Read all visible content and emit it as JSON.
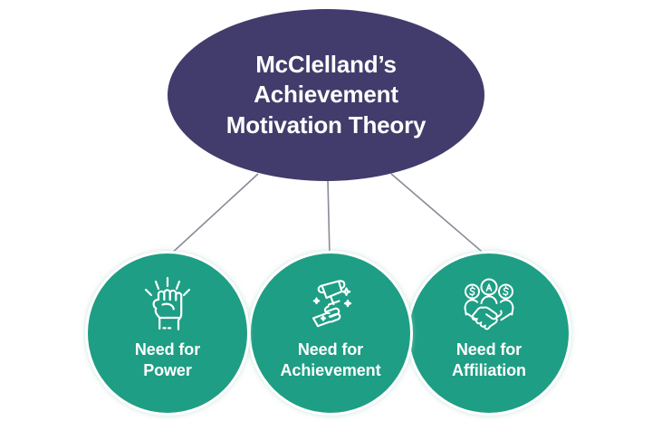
{
  "diagram": {
    "type": "hub-and-spoke",
    "background_color": "#ffffff",
    "title_node": {
      "shape": "ellipse",
      "fill_color": "#413c6b",
      "text_color": "#ffffff",
      "lines": [
        "McClelland’s",
        "Achievement",
        "Motivation Theory"
      ],
      "full_text": "McClelland’s Achievement Motivation Theory"
    },
    "connector": {
      "color": "#8a8a95",
      "width": 1.5,
      "count": 3
    },
    "nodes": [
      {
        "id": "power",
        "shape": "circle",
        "fill_color": "#1e9e84",
        "text_color": "#ffffff",
        "icon": "raised-fist-icon",
        "label": "Need for\nPower",
        "label_lines": [
          "Need for",
          "Power"
        ]
      },
      {
        "id": "achievement",
        "shape": "circle",
        "fill_color": "#1e9e84",
        "text_color": "#ffffff",
        "icon": "hand-holding-trophy-icon",
        "label": "Need for\nAchievement",
        "label_lines": [
          "Need for",
          "Achievement"
        ]
      },
      {
        "id": "affiliation",
        "shape": "circle",
        "fill_color": "#1e9e84",
        "text_color": "#ffffff",
        "icon": "handshake-group-icon",
        "label": "Need for\nAffiliation",
        "label_lines": [
          "Need for",
          "Affiliation"
        ]
      }
    ]
  }
}
